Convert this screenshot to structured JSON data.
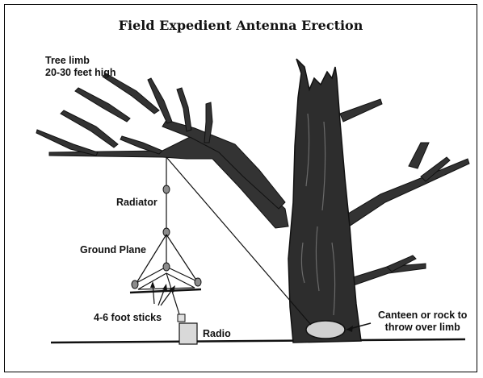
{
  "title": "Field Expedient Antenna Erection",
  "labels": {
    "tree_limb": [
      "Tree limb",
      "20-30 feet high"
    ],
    "radiator": "Radiator",
    "ground_plane": "Ground Plane",
    "foot_sticks": "4-6 foot sticks",
    "radio": "Radio",
    "canteen": [
      "Canteen or rock to",
      "throw over limb"
    ]
  },
  "colors": {
    "trunk_dark": "#2a2a2a",
    "trunk_mid": "#4a4a4a",
    "radio_fill": "#d9d9d9",
    "insulator_fill": "#8c8c8c"
  }
}
